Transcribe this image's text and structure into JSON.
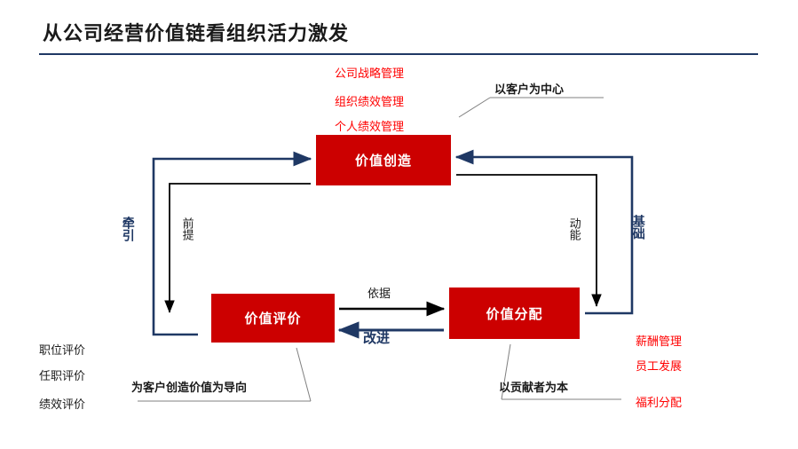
{
  "page": {
    "title": "从公司经营价值链看组织活力激发"
  },
  "boxes": {
    "value_creation": "价值创造",
    "value_evaluation": "价值评价",
    "value_distribution": "价值分配"
  },
  "top_red_notes": [
    "公司战略管理",
    "组织绩效管理",
    "个人绩效管理"
  ],
  "right_red_notes": [
    "薪酬管理",
    "员工发展",
    "福利分配"
  ],
  "left_black_notes": [
    "职位评价",
    "任职评价",
    "绩效评价"
  ],
  "callouts": {
    "customer_center": "以客户为中心",
    "value_oriented": "为客户创造价值为导向",
    "contributor_first": "以贡献者为本"
  },
  "arrow_labels": {
    "traction": "牵引",
    "premise": "前提",
    "basis": "依据",
    "improve": "改进",
    "momentum": "动能",
    "foundation": "基础"
  },
  "colors": {
    "box_red": "#cc0000",
    "note_red": "#ff0000",
    "navy": "#1f3864",
    "arrow_black": "#000000"
  }
}
